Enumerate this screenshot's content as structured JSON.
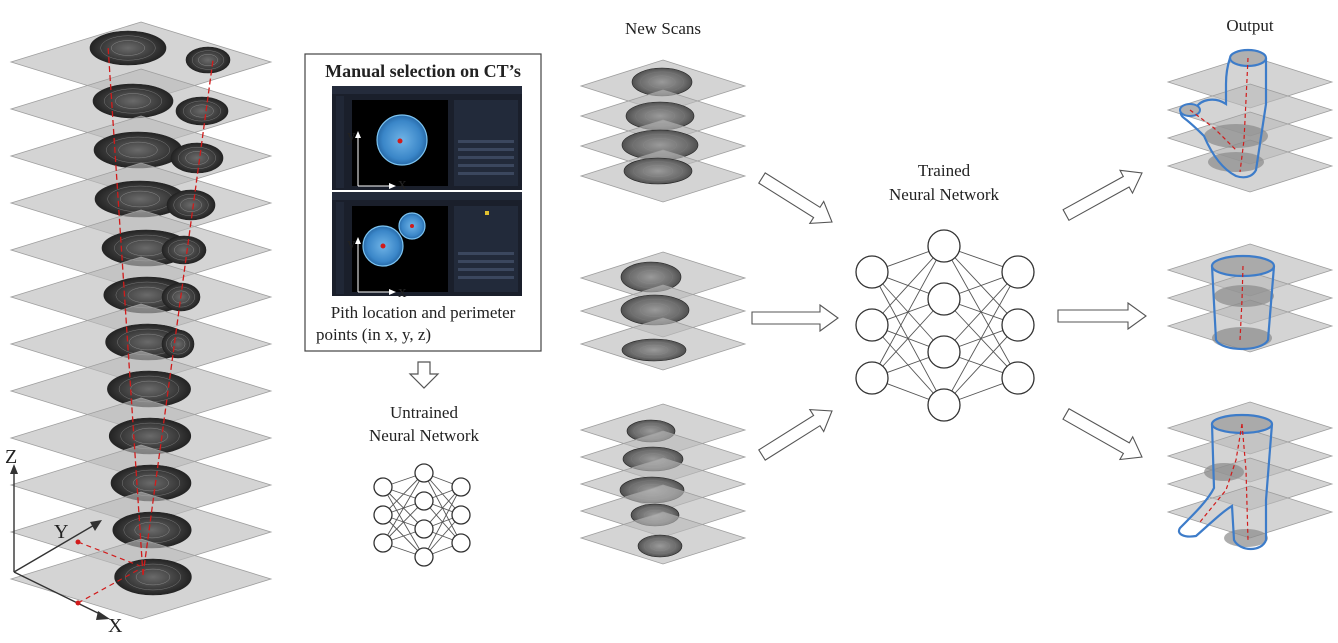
{
  "labels": {
    "manual_title": "Manual selection on CT’s",
    "manual_caption_1": "Pith location and perimeter",
    "manual_caption_2": "points (in x, y, z)",
    "untrained_1": "Untrained",
    "untrained_2": "Neural Network",
    "new_scans": "New Scans",
    "trained_1": "Trained",
    "trained_2": "Neural Network",
    "output": "Output"
  },
  "axes": {
    "z": "Z",
    "y": "Y",
    "x": "X",
    "ct_y": "y",
    "ct_x": "x"
  },
  "colors": {
    "slice_fill": "#b9b9b9",
    "slice_stroke": "#9e9e9e",
    "wood": "#3a3a3a",
    "outline_blue": "#3d7cc9",
    "pith_red": "#d11b1b",
    "node_stroke": "#333333",
    "ct_panel": "#1a1f2b"
  }
}
